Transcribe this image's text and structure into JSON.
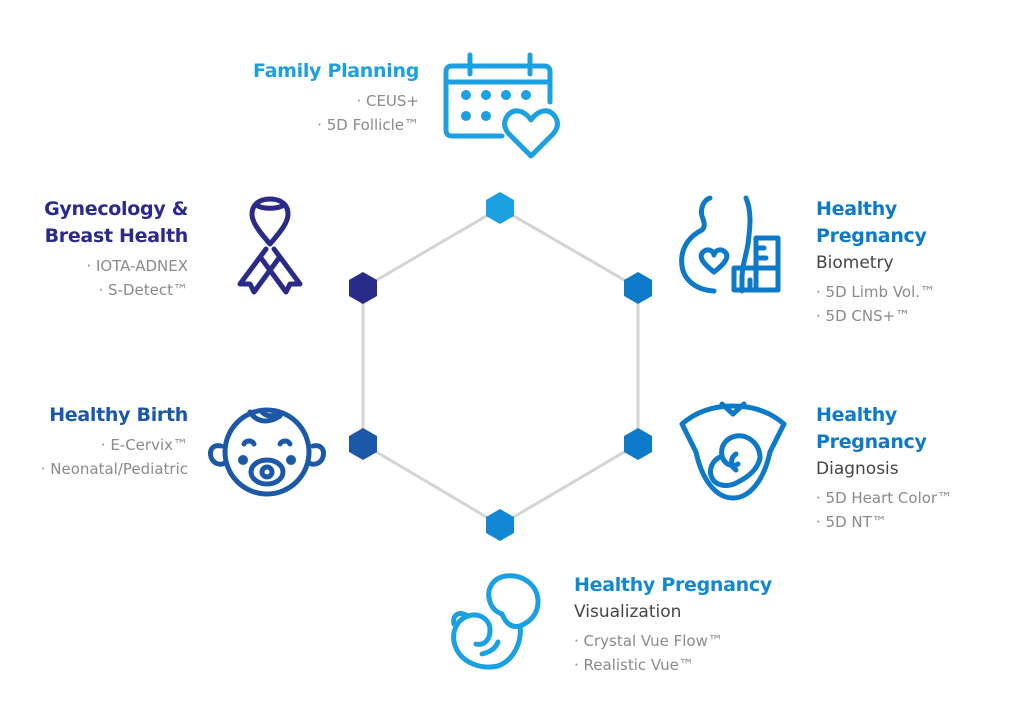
{
  "colors": {
    "light_blue": "#1ba0e1",
    "mid_blue": "#0d79c9",
    "dark_blue": "#1c58a8",
    "navy": "#2a2a8a",
    "connector_gray": "#d4d4d4"
  },
  "family_planning": {
    "title": "Family Planning",
    "items": [
      "· CEUS+",
      "· 5D Follicle™"
    ]
  },
  "gynecology": {
    "title_line1": "Gynecology &",
    "title_line2": "Breast Health",
    "items": [
      "· IOTA-ADNEX",
      "· S-Detect™"
    ]
  },
  "healthy_birth": {
    "title": "Healthy Birth",
    "items": [
      "· E-Cervix™",
      "· Neonatal/Pediatric"
    ]
  },
  "pregnancy_biometry": {
    "title_line1": "Healthy",
    "title_line2": "Pregnancy",
    "subtitle": "Biometry",
    "items": [
      "· 5D Limb Vol.™",
      "· 5D CNS+™"
    ]
  },
  "pregnancy_diagnosis": {
    "title_line1": "Healthy",
    "title_line2": "Pregnancy",
    "subtitle": "Diagnosis",
    "items": [
      "· 5D Heart Color™",
      "· 5D NT™"
    ]
  },
  "pregnancy_visualization": {
    "title": "Healthy Pregnancy",
    "subtitle": "Visualization",
    "items": [
      "· Crystal Vue Flow™",
      "· Realistic Vue™"
    ]
  },
  "icons": {
    "family_planning": "calendar-heart-icon",
    "gynecology": "awareness-ribbon-icon",
    "healthy_birth": "baby-face-icon",
    "pregnancy_biometry": "pregnant-woman-ruler-icon",
    "pregnancy_diagnosis": "ultrasound-fetus-icon",
    "pregnancy_visualization": "fetus-icon"
  }
}
